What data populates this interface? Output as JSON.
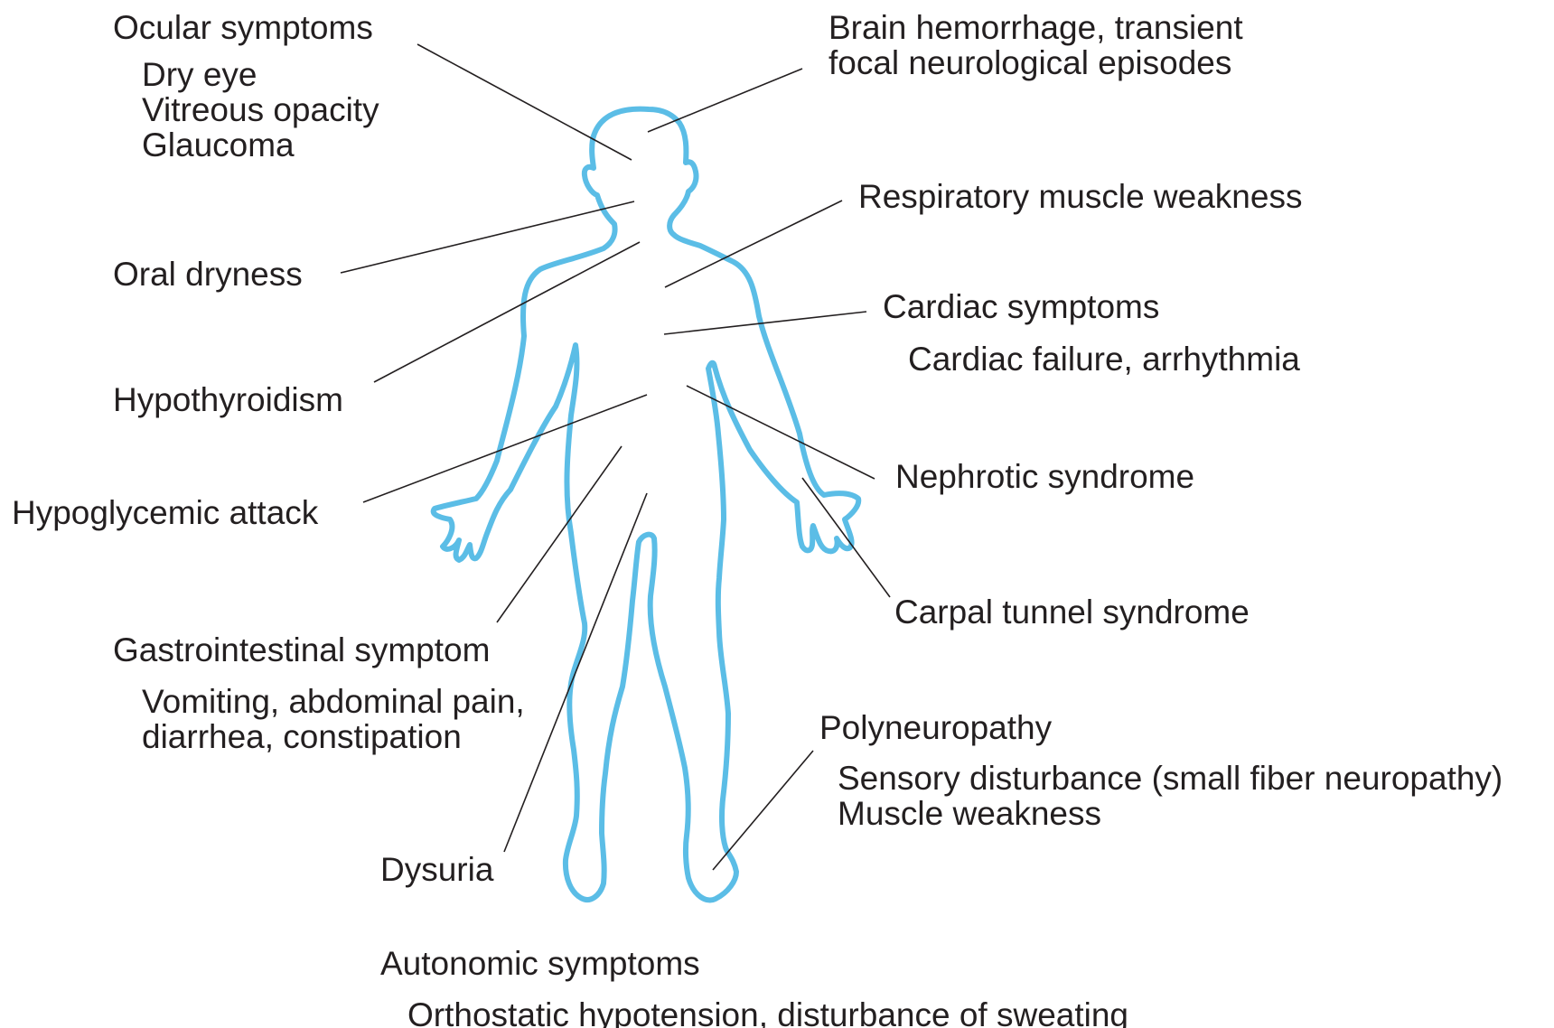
{
  "colors": {
    "body_outline": "#5bbde6",
    "text": "#231f20",
    "leader_lines": "#231f20"
  },
  "labels": {
    "ocular": {
      "title": "Ocular symptoms",
      "items": [
        "Dry eye",
        "Vitreous opacity",
        "Glaucoma"
      ]
    },
    "brain": {
      "lines": [
        "Brain hemorrhage, transient",
        "focal neurological episodes"
      ]
    },
    "respiratory": {
      "title": "Respiratory muscle weakness"
    },
    "oral": {
      "title": "Oral dryness"
    },
    "cardiac": {
      "title": "Cardiac symptoms",
      "items": [
        "Cardiac failure, arrhythmia"
      ]
    },
    "hypothyroidism": {
      "title": "Hypothyroidism"
    },
    "nephrotic": {
      "title": "Nephrotic syndrome"
    },
    "hypoglycemic": {
      "title": "Hypoglycemic attack"
    },
    "carpal": {
      "title": "Carpal tunnel syndrome"
    },
    "gastrointestinal": {
      "title": "Gastrointestinal symptom",
      "items": [
        "Vomiting, abdominal pain,",
        "diarrhea, constipation"
      ]
    },
    "polyneuropathy": {
      "title": "Polyneuropathy",
      "items": [
        "Sensory disturbance (small fiber neuropathy)",
        "Muscle weakness"
      ]
    },
    "dysuria": {
      "title": "Dysuria"
    },
    "autonomic": {
      "title": "Autonomic symptoms",
      "items": [
        "Orthostatic hypotension, disturbance of sweating"
      ]
    }
  }
}
